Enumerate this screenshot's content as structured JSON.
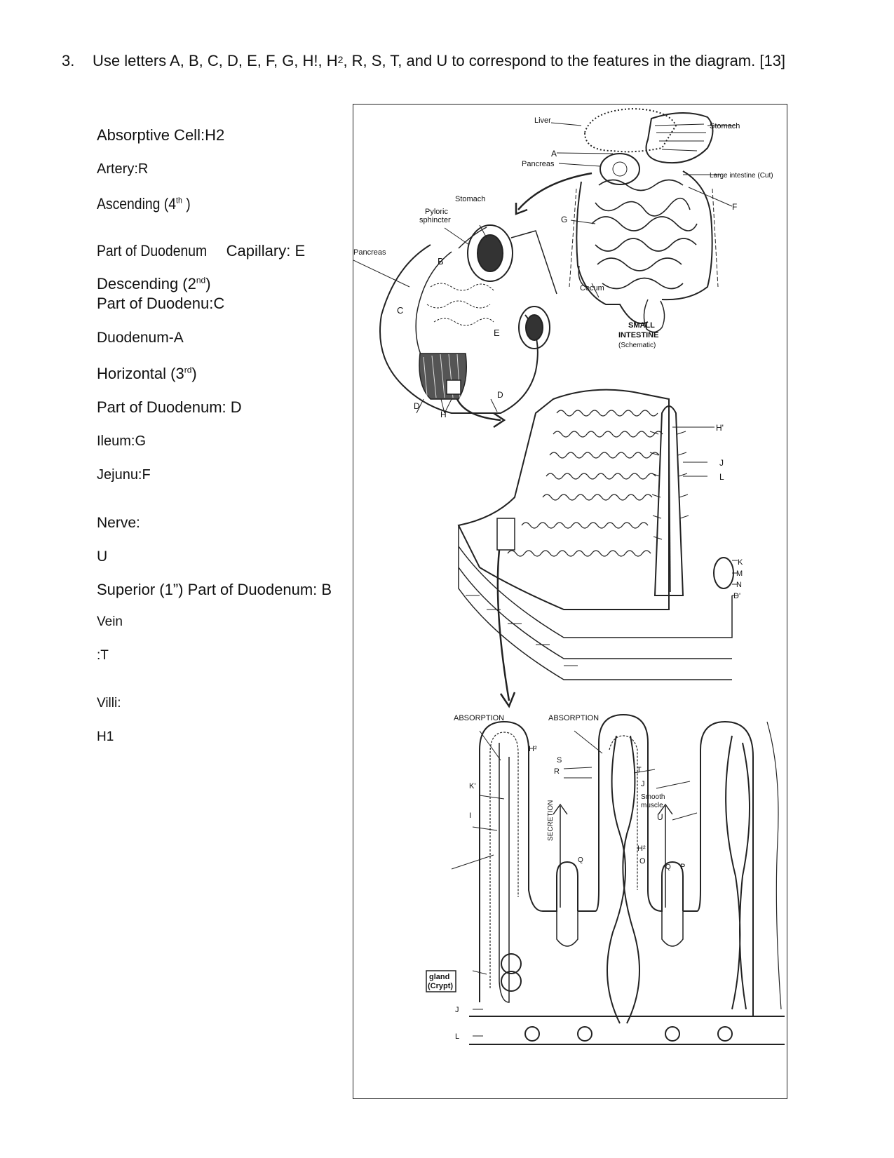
{
  "question": {
    "number": "3.",
    "text_before": "Use letters A, B, C, D, E, F, G, H!, H",
    "superscript": "2",
    "text_after": ", R, S, T, and U to correspond to the features in the diagram. [13]"
  },
  "answers": [
    {
      "id": "absorptive",
      "text": "Absorptive Cell:H2"
    },
    {
      "id": "artery",
      "text": "Artery:R"
    },
    {
      "id": "ascending_a",
      "text": "Ascending (4",
      "sup": "th",
      "tail": " )"
    },
    {
      "id": "ascending_b",
      "text": "Part of Duodenum",
      "tail": " Capillary: E"
    },
    {
      "id": "descending_a",
      "text": "Descending (2",
      "sup": "nd",
      "tail": ")"
    },
    {
      "id": "descending_b",
      "text": "Part of Duodenu:C"
    },
    {
      "id": "duodenum",
      "text": "Duodenum-A"
    },
    {
      "id": "horizontal_a",
      "text": "Horizontal (3",
      "sup": "rd",
      "tail": ")"
    },
    {
      "id": "horizontal_b",
      "text": " Part of Duodenum: D"
    },
    {
      "id": "ileum",
      "text": "Ileum:G"
    },
    {
      "id": "jejunu",
      "text": "Jejunu:F"
    },
    {
      "id": "nerve_a",
      "text": "Nerve:"
    },
    {
      "id": "nerve_b",
      "text": "U"
    },
    {
      "id": "superior",
      "text": "Superior (1”) Part of Duodenum: B"
    },
    {
      "id": "vein_a",
      "text": "Vein"
    },
    {
      "id": "vein_b",
      "text": " :T"
    },
    {
      "id": "villi_a",
      "text": "Villi:"
    },
    {
      "id": "villi_b",
      "text": " H1"
    }
  ],
  "figure_labels": {
    "liver": "Liver",
    "stomach_top": "Stomach",
    "a": "A",
    "pancreas_top": "Pancreas",
    "large_intestine": "Large intestine (Cut)",
    "f": "F",
    "g": "G",
    "cecum": "Cecum",
    "small_intestine_1": "SMALL",
    "small_intestine_2": "INTESTINE",
    "schematic": "(Schematic)",
    "stomach_mid": "Stomach",
    "pyloric_1": "Pyloric",
    "pyloric_2": "sphincter",
    "pancreas_mid": "Pancreas",
    "b": "B",
    "c": "C",
    "e": "E",
    "d1": "D",
    "d2": "D",
    "h": "H",
    "h1": "H'",
    "j_mid": "J",
    "l_mid": "L",
    "k": "K",
    "m": "M",
    "n": "N",
    "d_prime": "D'",
    "absorption_left": "ABSORPTION",
    "absorption_right": "ABSORPTION",
    "h2_a": "H²",
    "s": "S",
    "r": "R",
    "t": "T",
    "k_prime": "K'",
    "i": "I",
    "secretion": "SECRETION",
    "j_low": "J",
    "smooth_1": "Smooth",
    "smooth_2": "muscle",
    "u": "U",
    "h2_b": "H²",
    "o": "O",
    "q1": "Q",
    "q2": "Q",
    "p": "P",
    "gland_1": "gland",
    "gland_2": "(Crypt)",
    "j_bottom": "J",
    "l_bottom": "L"
  }
}
